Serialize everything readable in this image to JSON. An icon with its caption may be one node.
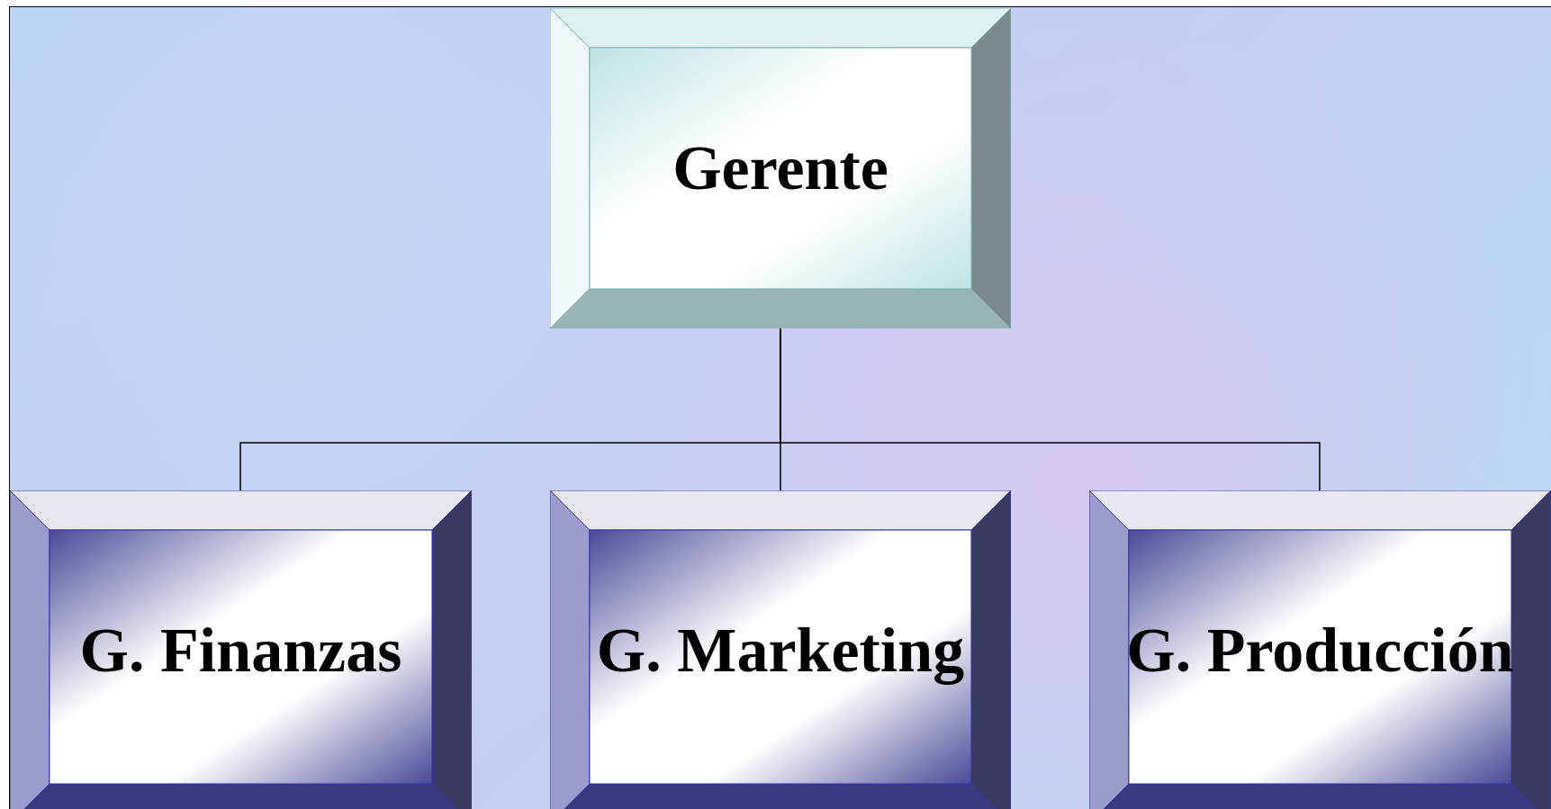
{
  "diagram": {
    "nodes": [
      {
        "text": [
          "Gerente"
        ]
      },
      {
        "text": [
          "G. Finanzas"
        ]
      },
      {
        "text": [
          "G. Marketing"
        ]
      },
      {
        "text": [
          "G. Producción"
        ]
      }
    ],
    "edges": [
      {
        "from": 0,
        "to": 1,
        "arrow": "none"
      },
      {
        "from": 0,
        "to": 2,
        "arrow": "none"
      },
      {
        "from": 0,
        "to": 3,
        "arrow": "none"
      }
    ]
  }
}
